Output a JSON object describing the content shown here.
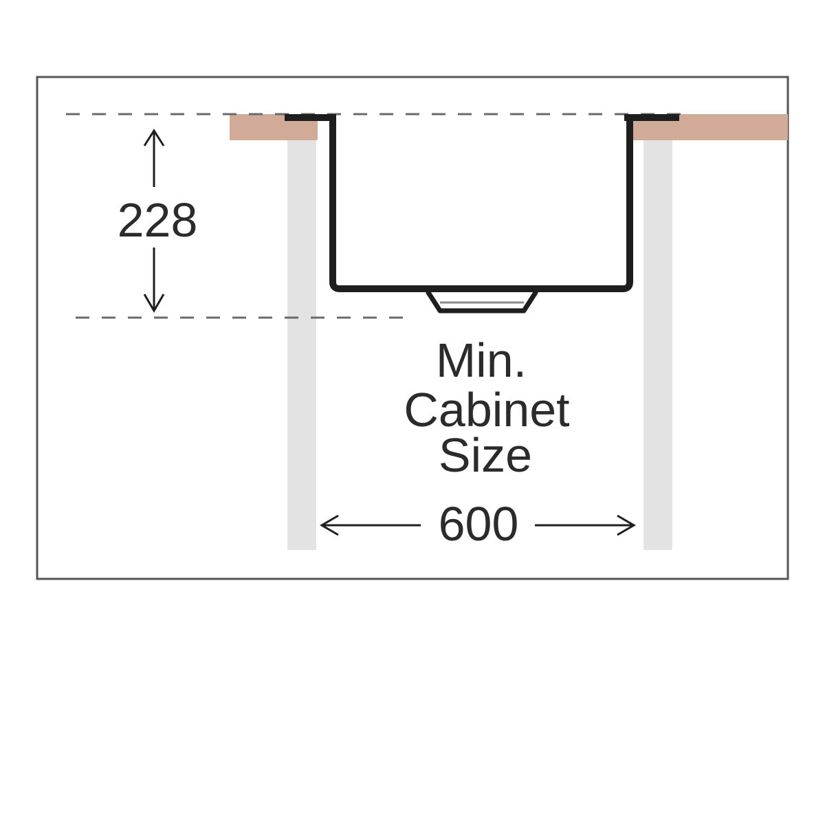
{
  "dimensions": {
    "depth_value": "228",
    "width_value": "600",
    "caption_line1": "Min.",
    "caption_line2": "Cabinet",
    "caption_line3": "Size"
  },
  "colors": {
    "frame": "#555555",
    "worktop": "#d2aa98",
    "cabinet_side": "#e3e3e3",
    "sink_outline": "#1e1e1e",
    "dash": "#6a6a6a",
    "text": "#2b2b2b"
  }
}
